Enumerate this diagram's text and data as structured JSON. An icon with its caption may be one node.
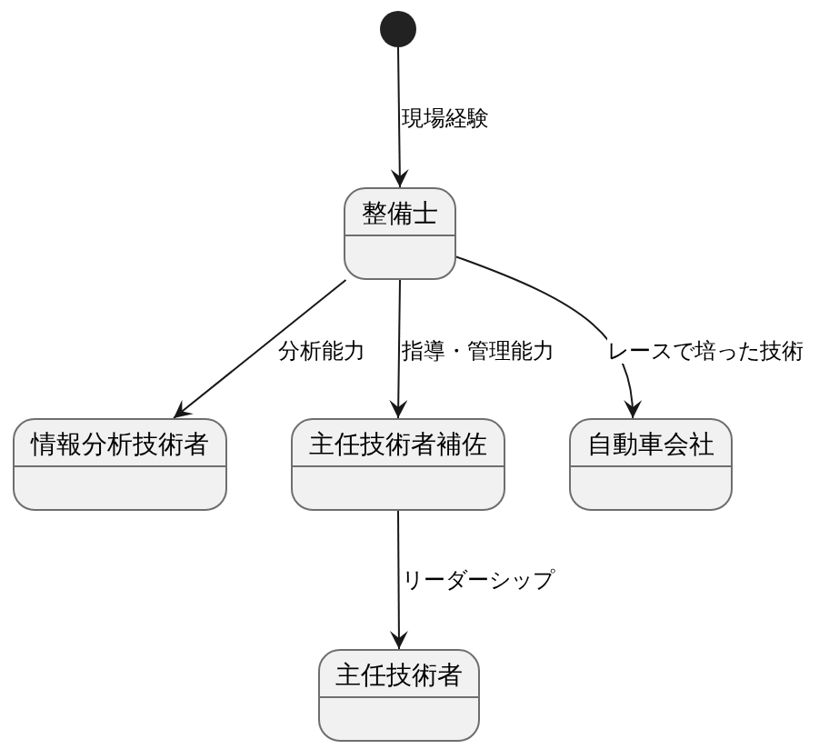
{
  "diagram": {
    "nodes": [
      {
        "text": [],
        "shape": "circle"
      },
      {
        "text": [
          "整備士"
        ]
      },
      {
        "text": [
          "情報分析技術者"
        ]
      },
      {
        "text": [
          "主任技術者補佐"
        ]
      },
      {
        "text": [
          "自動車会社"
        ]
      },
      {
        "text": [
          "主任技術者"
        ]
      }
    ],
    "edges": [
      {
        "from": 0,
        "to": 1,
        "arrow": "to",
        "label": "現場経験"
      },
      {
        "from": 1,
        "to": 2,
        "arrow": "to",
        "label": "分析能力"
      },
      {
        "from": 1,
        "to": 3,
        "arrow": "to",
        "label": "指導・管理能力"
      },
      {
        "from": 1,
        "to": 4,
        "arrow": "to",
        "label": "レースで培った技術"
      },
      {
        "from": 3,
        "to": 5,
        "arrow": "to",
        "label": "リーダーシップ"
      }
    ]
  }
}
